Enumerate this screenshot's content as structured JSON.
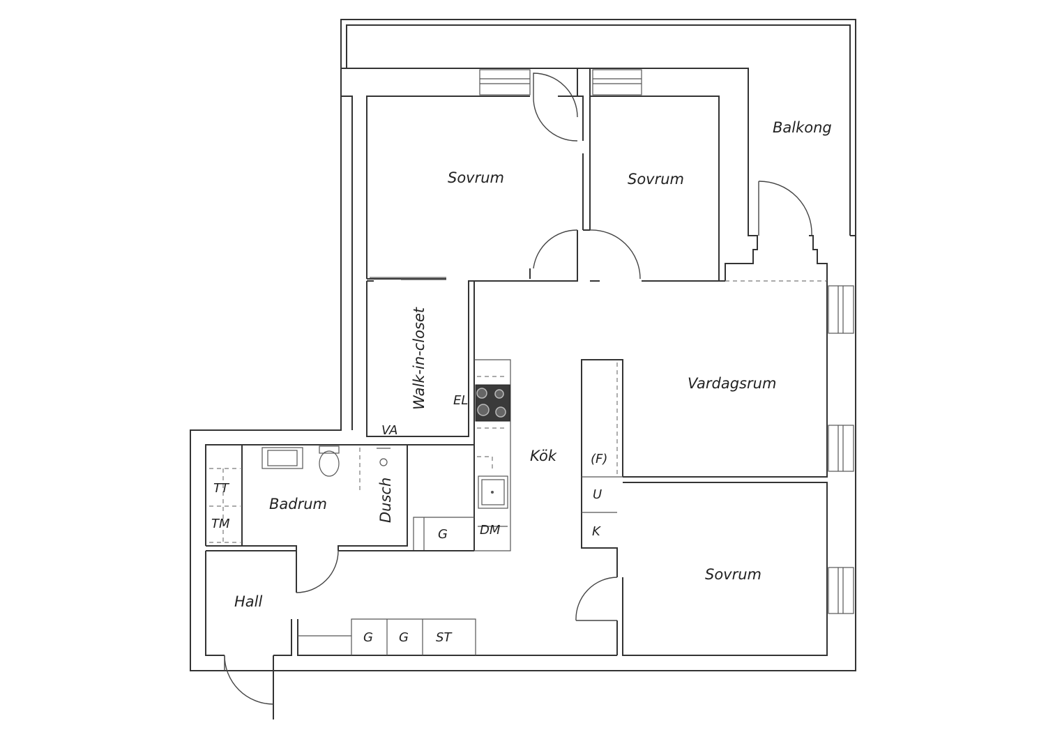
{
  "rooms": {
    "balcony": "Balkong",
    "bedroom_top_left": "Sovrum",
    "bedroom_top_right": "Sovrum",
    "bedroom_bottom": "Sovrum",
    "living_room": "Vardagsrum",
    "kitchen": "Kök",
    "walk_in_closet": "Walk-in-closet",
    "bathroom": "Badrum",
    "shower": "Dusch",
    "hall": "Hall"
  },
  "fixtures": {
    "electric_cabinet": "EL",
    "water_heater": "VA",
    "dryer": "TT",
    "washer": "TM",
    "dishwasher": "DM",
    "fridge": "(F)",
    "oven": "U",
    "refrigerator": "K",
    "wardrobe_kitchen": "G",
    "wardrobe_hall_1": "G",
    "wardrobe_hall_2": "G",
    "cleaning_closet": "ST"
  }
}
